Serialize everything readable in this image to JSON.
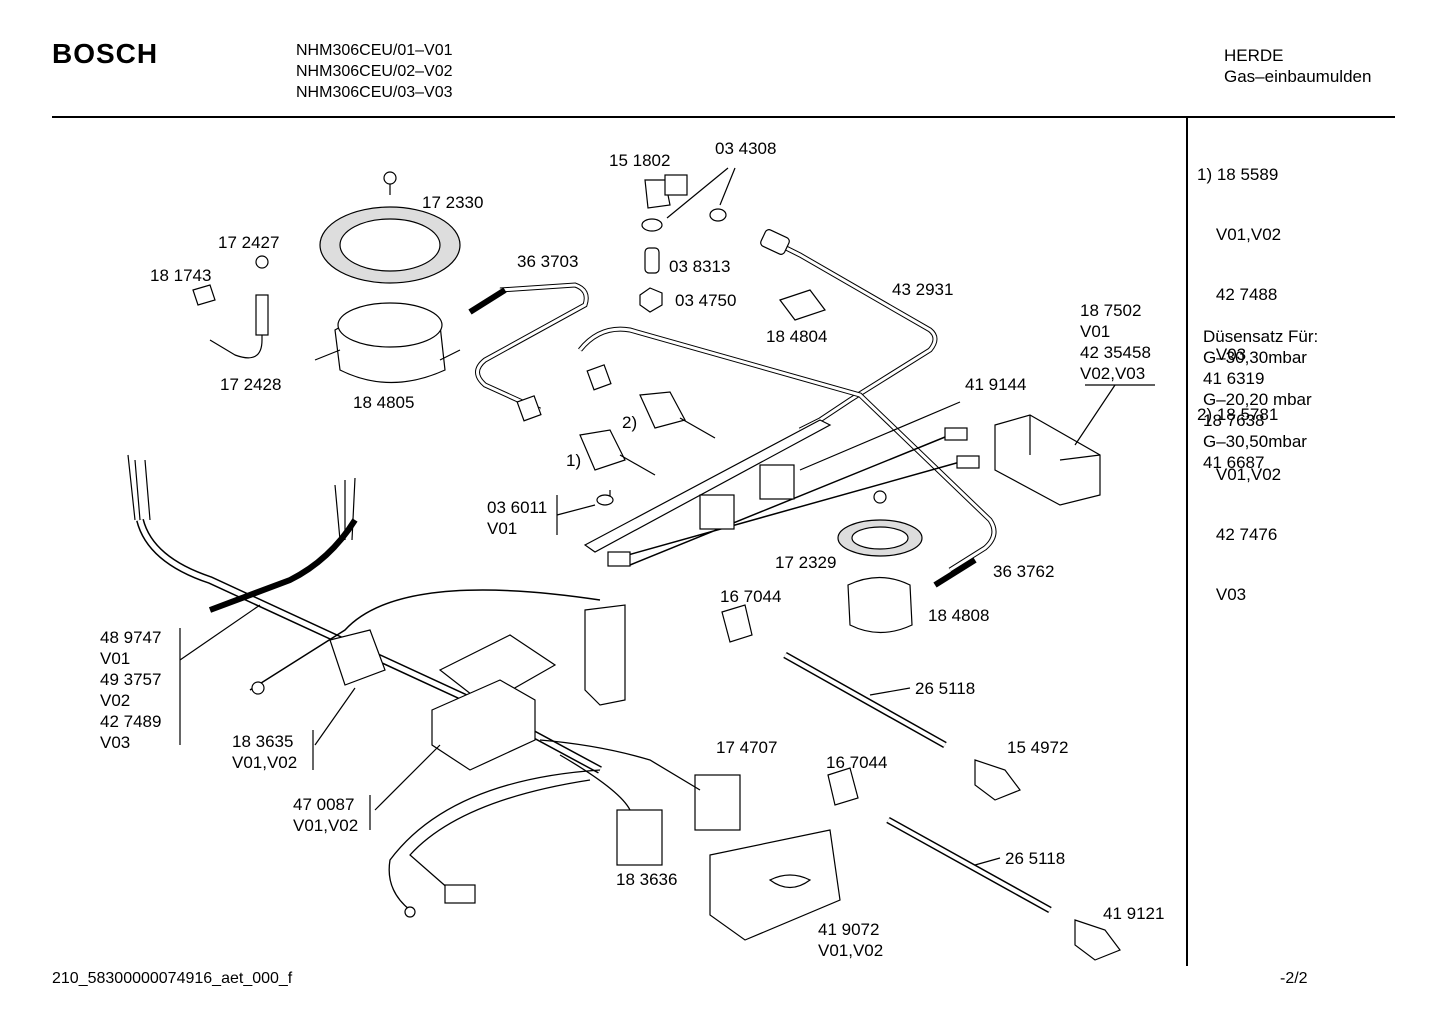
{
  "header": {
    "brand": "BOSCH",
    "models": [
      "NHM306CEU/01–V01",
      "NHM306CEU/02–V02",
      "NHM306CEU/03–V03"
    ],
    "category": [
      "HERDE",
      "Gas–einbaumulden"
    ]
  },
  "side_notes": {
    "variants": [
      "1) 18 5589",
      "    V01,V02",
      "    42 7488",
      "    V03",
      "2) 18 5781",
      "    V01,V02",
      "    42 7476",
      "    V03"
    ],
    "nozzle_set": [
      "Düsensatz Für:",
      "G–30,30mbar",
      "41 6319",
      "G–20,20 mbar",
      "18 7638",
      "G–30,50mbar",
      "41 6687"
    ]
  },
  "parts": {
    "p151802": "15 1802",
    "p034308": "03 4308",
    "p172330": "17 2330",
    "p172427": "17 2427",
    "p181743": "18 1743",
    "p363703": "36 3703",
    "p038313": "03 8313",
    "p034750": "03 4750",
    "p432931": "43 2931",
    "p184804": "18 4804",
    "p172428": "17 2428",
    "p184805": "18 4805",
    "p187502": "18 7502\nV01\n42 35458\nV02,V03",
    "p419144": "41 9144",
    "mark2": "2)",
    "mark1": "1)",
    "p036011": "03 6011\nV01",
    "p172329": "17 2329",
    "p363762": "36 3762",
    "p167044a": "16 7044",
    "p184808": "18 4808",
    "p489747": "48 9747\nV01\n49 3757\nV02\n42 7489\nV03",
    "p265118a": "26 5118",
    "p183635": "18 3635\nV01,V02",
    "p174707": "17 4707",
    "p167044b": "16 7044",
    "p154972": "15 4972",
    "p470087": "47 0087\nV01,V02",
    "p265118b": "26 5118",
    "p183636": "18 3636",
    "p419121": "41 9121",
    "p419072": "41 9072\nV01,V02"
  },
  "footer": {
    "doc_id": "210_58300000074916_aet_000_f",
    "page": "-2/2"
  }
}
